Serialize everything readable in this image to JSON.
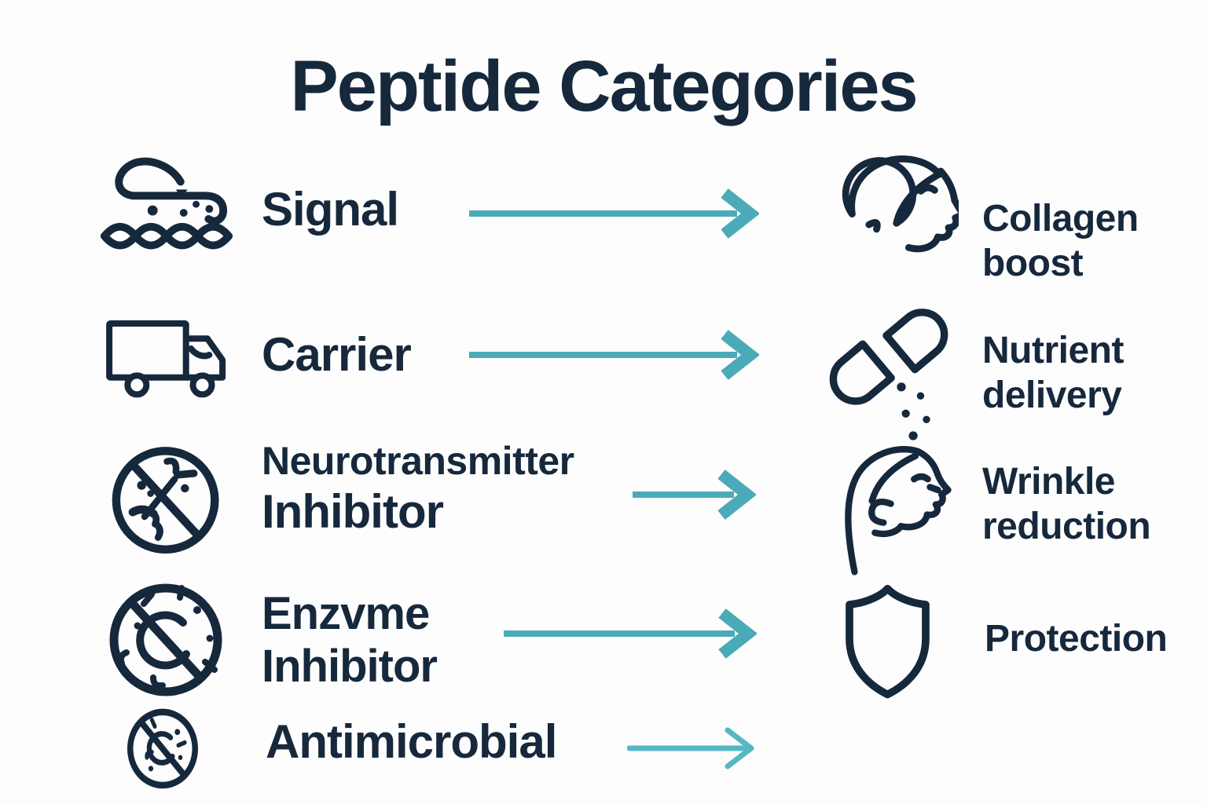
{
  "title": "Peptide Categories",
  "colors": {
    "ink": "#16283C",
    "arrow": "#4BAAB7",
    "arrow_light": "#58B7C4",
    "background": "#FDFDFD"
  },
  "rows": [
    {
      "category": "Signal",
      "category_icon": "peptide-chain-icon",
      "arrow_style": "solid",
      "outcome": "Collagen boost",
      "outcome_icon": "face-profile-icon"
    },
    {
      "category": "Carrier",
      "category_icon": "delivery-truck-icon",
      "arrow_style": "solid",
      "outcome": "Nutrient delivery",
      "outcome_icon": "split-capsule-icon"
    },
    {
      "category_line1": "Neurotransmitter",
      "category_line2": "Inhibitor",
      "category_icon": "no-neurotransmitter-icon",
      "arrow_style": "solid",
      "outcome": "Wrinkle reduction",
      "outcome_icon": "face-profile-icon"
    },
    {
      "category_line1": "Enzvme",
      "category_line2": "Inhibitor",
      "category_icon": "no-enzyme-icon",
      "arrow_style": "solid",
      "outcome": "Protection",
      "outcome_icon": "shield-icon"
    },
    {
      "category": "Antimicrobial",
      "category_icon": "no-microbe-icon",
      "arrow_style": "thin",
      "outcome": "",
      "outcome_icon": ""
    }
  ]
}
